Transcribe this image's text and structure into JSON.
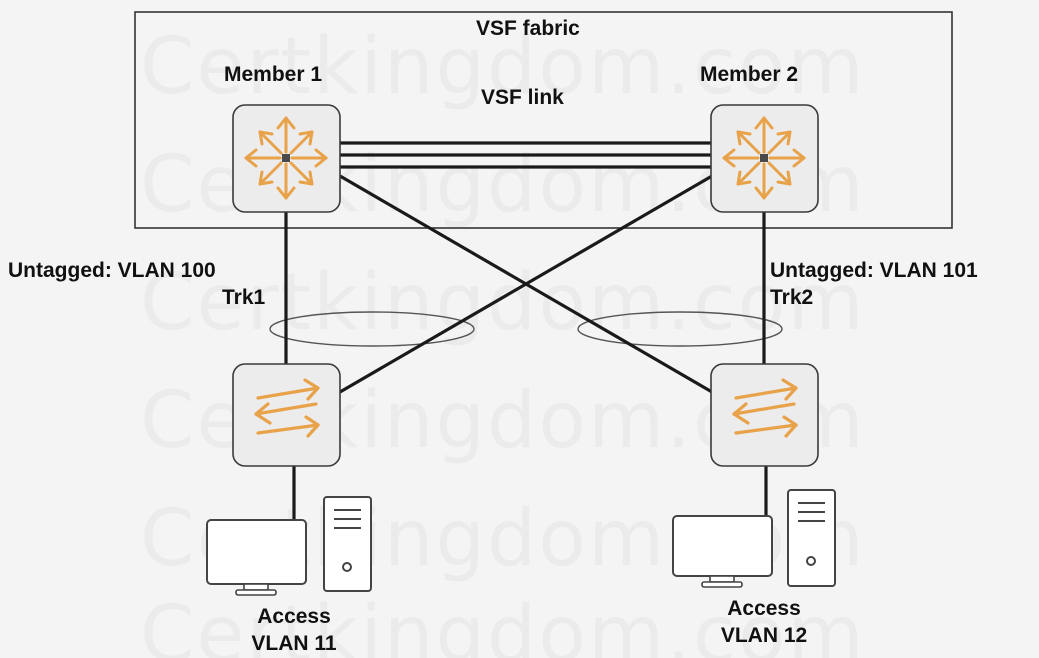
{
  "fabric": {
    "title": "VSF fabric",
    "link_label": "VSF link"
  },
  "members": {
    "member1_label": "Member 1",
    "member2_label": "Member 2"
  },
  "trunks": {
    "left_untagged": "Untagged: VLAN 100",
    "left_trunk": "Trk1",
    "right_untagged": "Untagged: VLAN 101",
    "right_trunk": "Trk2"
  },
  "access": {
    "left_line1": "Access",
    "left_line2": "VLAN 11",
    "right_line1": "Access",
    "right_line2": "VLAN 12"
  },
  "watermark_text": "Certkingdom.com",
  "colors": {
    "icon_orange": "#e8a24a",
    "device_fill": "#ececec",
    "line": "#1a1a1a"
  },
  "icons": {
    "member1": "router-icon",
    "member2": "router-icon",
    "access_switch_left": "switch-icon",
    "access_switch_right": "switch-icon",
    "client_left": "monitor-icon",
    "server_left": "server-tower-icon",
    "client_right": "monitor-icon",
    "server_right": "server-tower-icon"
  }
}
